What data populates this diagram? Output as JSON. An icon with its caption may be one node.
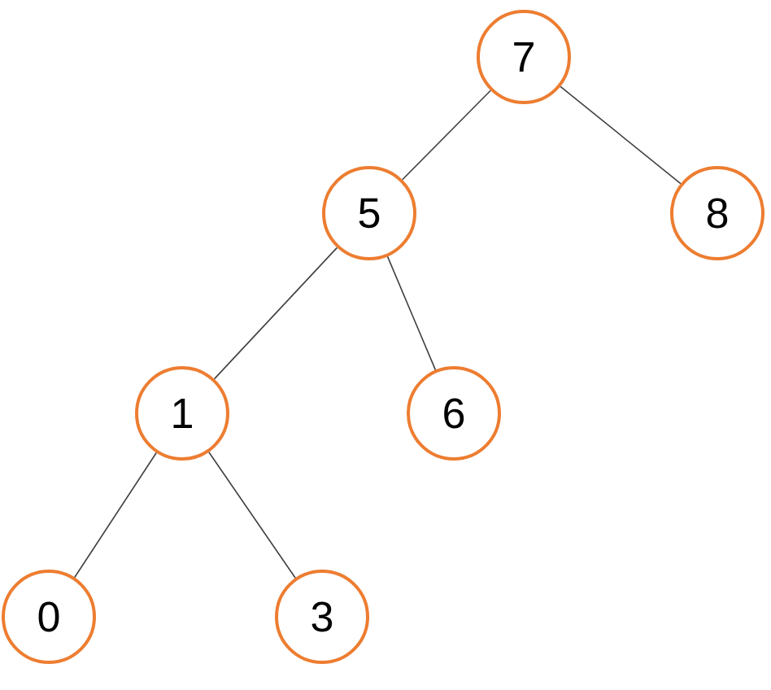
{
  "diagram": {
    "nodes": [
      {
        "text": [
          "7"
        ]
      },
      {
        "text": [
          "5"
        ]
      },
      {
        "text": [
          "8"
        ]
      },
      {
        "text": [
          "1"
        ]
      },
      {
        "text": [
          "6"
        ]
      },
      {
        "text": [
          "0"
        ]
      },
      {
        "text": [
          "3"
        ]
      }
    ],
    "edges": [
      {
        "from": 0,
        "to": 1,
        "arrow": "none"
      },
      {
        "from": 0,
        "to": 2,
        "arrow": "none"
      },
      {
        "from": 1,
        "to": 3,
        "arrow": "none"
      },
      {
        "from": 1,
        "to": 4,
        "arrow": "none"
      },
      {
        "from": 3,
        "to": 5,
        "arrow": "none"
      },
      {
        "from": 3,
        "to": 6,
        "arrow": "none"
      }
    ]
  }
}
